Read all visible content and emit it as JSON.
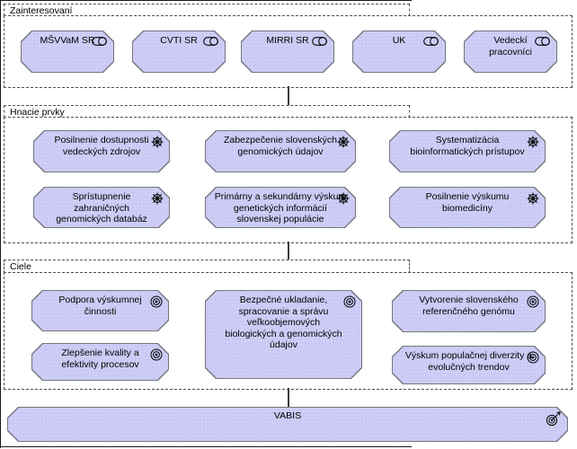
{
  "colors": {
    "node_fill": "#cdcdf7",
    "node_border": "#75757d",
    "group_border": "#4f4f4f",
    "connector": "#3d3d3d",
    "page_edge": "#1a1a1a"
  },
  "groups": [
    {
      "label": "Zainteresovaní",
      "items": [
        {
          "label": "MŠVVaM SR",
          "icon": "stakeholder-role-icon"
        },
        {
          "label": "CVTI SR",
          "icon": "stakeholder-role-icon"
        },
        {
          "label": "MIRRI SR",
          "icon": "stakeholder-role-icon"
        },
        {
          "label": "UK",
          "icon": "stakeholder-role-icon"
        },
        {
          "label": "Vedeckí\npracovníci",
          "icon": "stakeholder-role-icon"
        }
      ]
    },
    {
      "label": "Hnacie prvky",
      "items": [
        {
          "label": "Posilnenie dostupnosti\nvedeckých zdrojov",
          "icon": "driver-wheel-icon"
        },
        {
          "label": "Zabezpečenie slovenských\ngenomických údajov",
          "icon": "driver-wheel-icon"
        },
        {
          "label": "Systematizácia\nbioinformatických prístupov",
          "icon": "driver-wheel-icon"
        },
        {
          "label": "Sprístupnenie\nzahraničných\ngenomických databáz",
          "icon": "driver-wheel-icon"
        },
        {
          "label": "Primárny a sekundárny výskum\ngenetických informácií\nslovenskej populácie",
          "icon": "driver-wheel-icon"
        },
        {
          "label": "Posilnenie výskumu\nbiomedicíny",
          "icon": "driver-wheel-icon"
        }
      ]
    },
    {
      "label": "Ciele",
      "items": [
        {
          "label": "Podpora výskumnej\nčinnosti",
          "icon": "goal-target-icon"
        },
        {
          "label": "Zlepšenie kvality a\nefektivity procesov",
          "icon": "goal-target-icon"
        },
        {
          "label": "Bezpečné ukladanie,\nspracovanie a správu\nveľkoobjemových\nbiologických a genomických\núdajov",
          "icon": "goal-target-icon"
        },
        {
          "label": "Vytvorenie slovenského\nreferenčného genómu",
          "icon": "goal-target-icon"
        },
        {
          "label": "Výskum populačnej diverzity a\nevolučných trendov",
          "icon": "goal-target-icon"
        }
      ]
    }
  ],
  "outcome": {
    "label": "VABIS",
    "icon": "outcome-arrow-icon"
  }
}
